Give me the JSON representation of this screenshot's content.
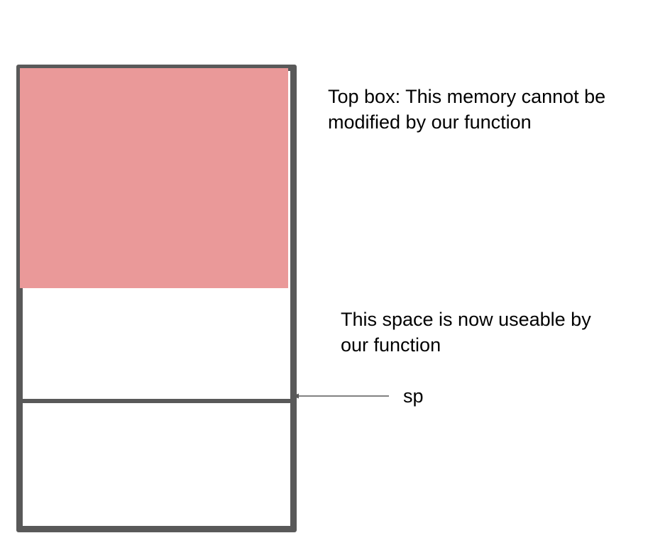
{
  "labels": {
    "top_box_line1": "Top box: This memory cannot be",
    "top_box_line2": "modified by our function",
    "space_line1": "This space is now useable by",
    "space_line2": "our function",
    "stack_pointer": "sp"
  },
  "colors": {
    "frame": "#595959",
    "reserved_fill": "#ea9999",
    "free_fill": "#ffffff",
    "arrow": "#595959",
    "text": "#000000"
  }
}
